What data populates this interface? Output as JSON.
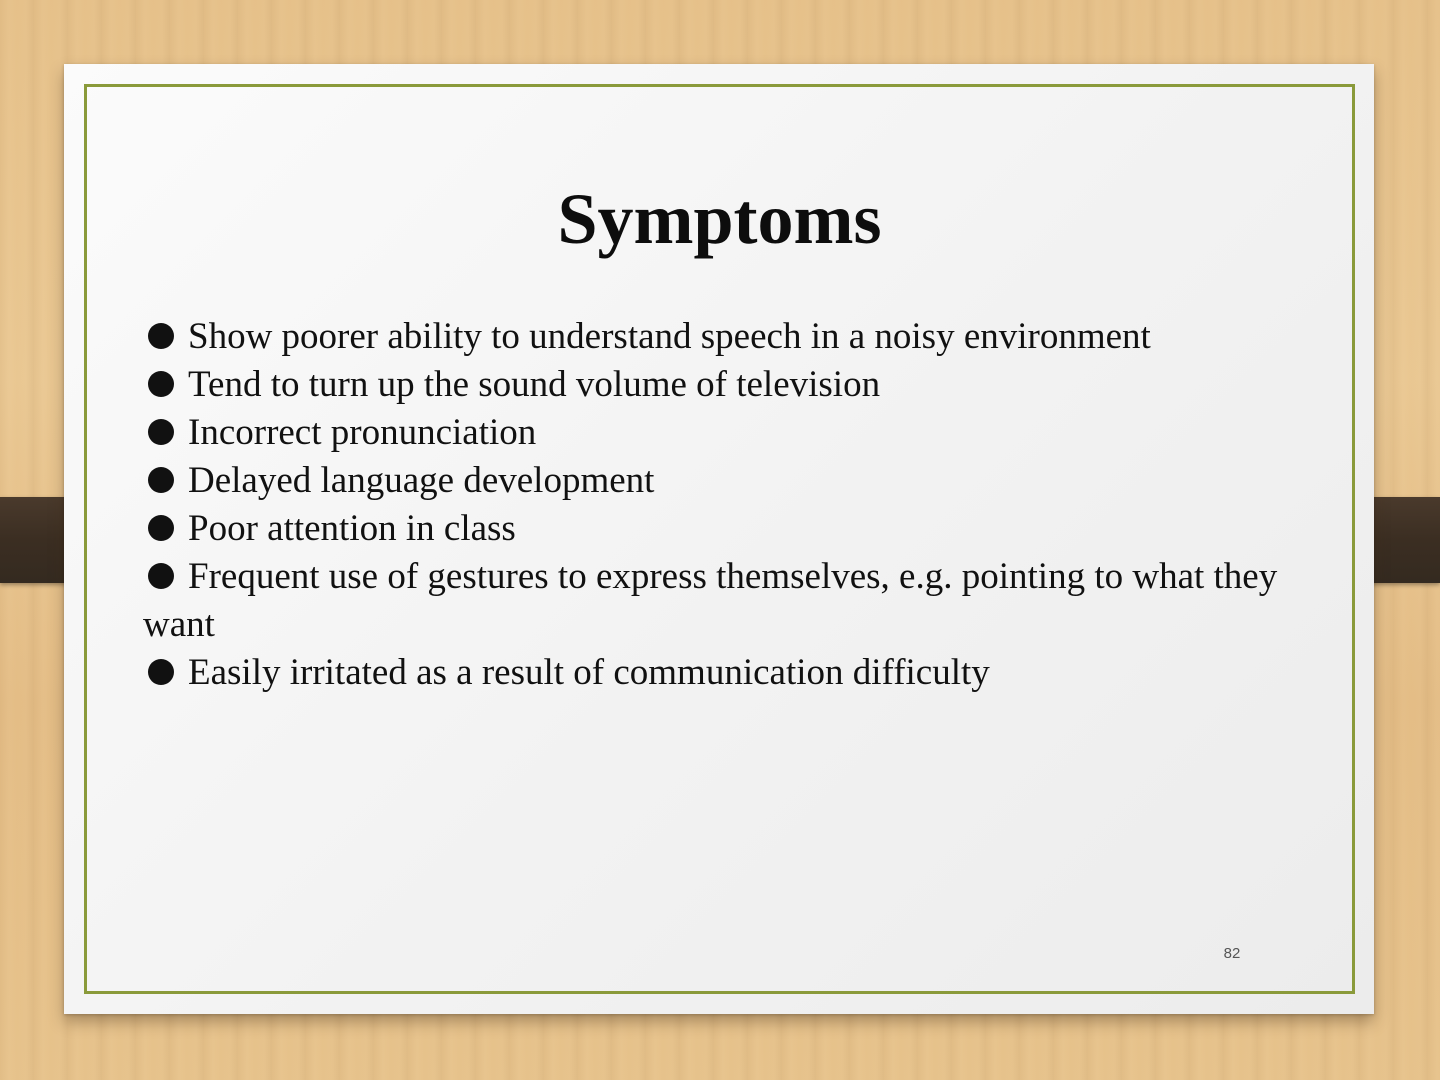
{
  "slide": {
    "title": "Symptoms",
    "bullets": [
      "Show poorer ability to understand speech in a noisy environment",
      "Tend to turn up the sound volume of television",
      "Incorrect pronunciation",
      "Delayed language development",
      "Poor attention in class",
      "Frequent use of gestures to express themselves, e.g. pointing to what they want",
      "Easily irritated as a result of communication difficulty"
    ],
    "page_number": "82"
  },
  "colors": {
    "frame_border": "#8a9a3a",
    "background_wood": "#e8c48e",
    "strap": "#3b2e22",
    "text": "#111111"
  },
  "icons": {
    "bullet": "filled-circle"
  }
}
